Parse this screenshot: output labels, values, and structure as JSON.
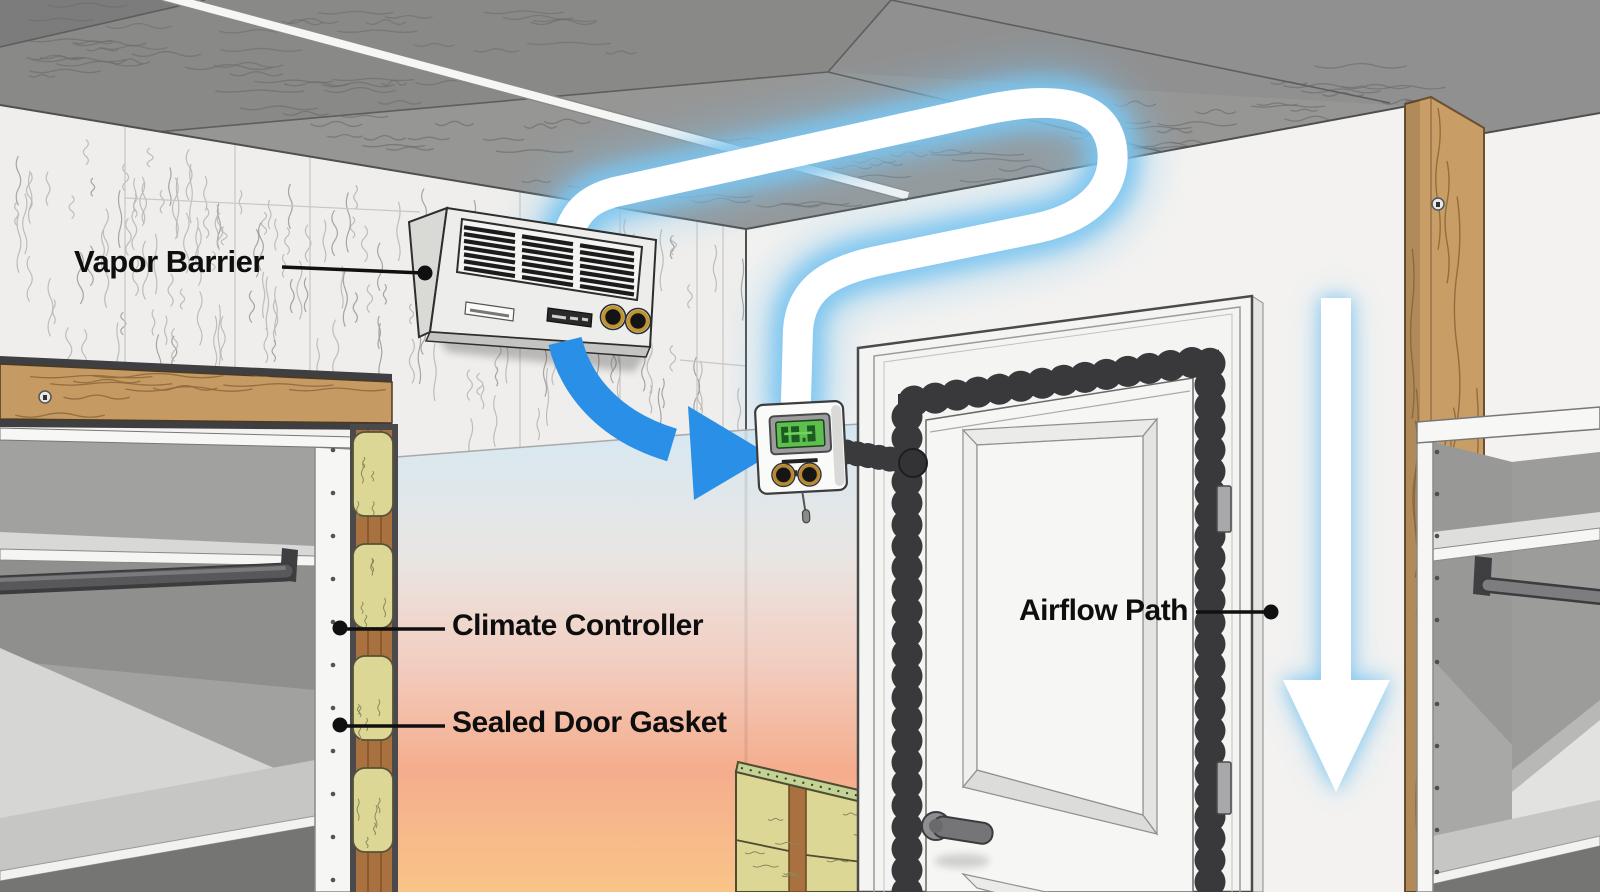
{
  "annotations": {
    "vapor_barrier": {
      "label": "Vapor Barrier"
    },
    "climate_controller": {
      "label": "Climate Controller"
    },
    "sealed_door_gasket": {
      "label": "Sealed Door Gasket"
    },
    "airflow_path": {
      "label": "Airflow Path"
    }
  },
  "colors": {
    "arrow_blue": "#2a8fe6",
    "glow_blue": "#7cc5f0",
    "airflow_white": "#ffffff",
    "gasket_dark": "#39393b",
    "wood": "#c99e66",
    "insulation": "#ddd795",
    "screen_green": "#5cbf4e",
    "knob_gold": "#c0952f",
    "label_text": "#0e0e0e",
    "wall_warm_top": "#d6e8f2",
    "wall_warm_bottom": "#f9c488"
  }
}
